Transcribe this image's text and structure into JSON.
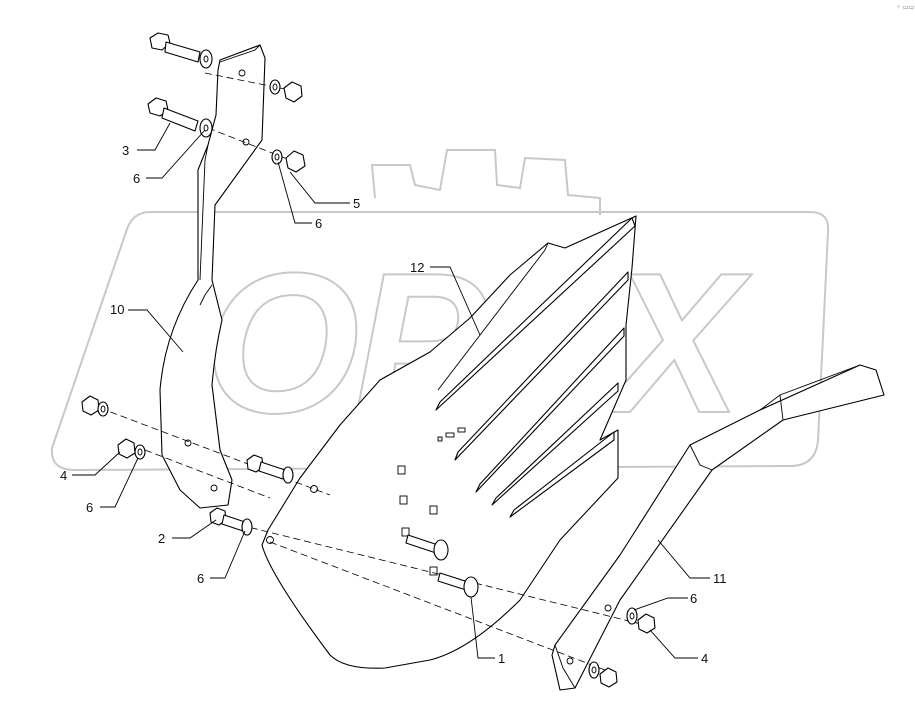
{
  "corner_mark": "⁘ ▭▭",
  "watermark": {
    "text": "OPEX"
  },
  "callouts": [
    {
      "id": "c1",
      "label": "1"
    },
    {
      "id": "c2",
      "label": "2"
    },
    {
      "id": "c3",
      "label": "3"
    },
    {
      "id": "c4a",
      "label": "4"
    },
    {
      "id": "c4b",
      "label": "4"
    },
    {
      "id": "c5",
      "label": "5"
    },
    {
      "id": "c6a",
      "label": "6"
    },
    {
      "id": "c6b",
      "label": "6"
    },
    {
      "id": "c6c",
      "label": "6"
    },
    {
      "id": "c6d",
      "label": "6"
    },
    {
      "id": "c6e",
      "label": "6"
    },
    {
      "id": "c10",
      "label": "10"
    },
    {
      "id": "c11",
      "label": "11"
    },
    {
      "id": "c12",
      "label": "12"
    }
  ]
}
